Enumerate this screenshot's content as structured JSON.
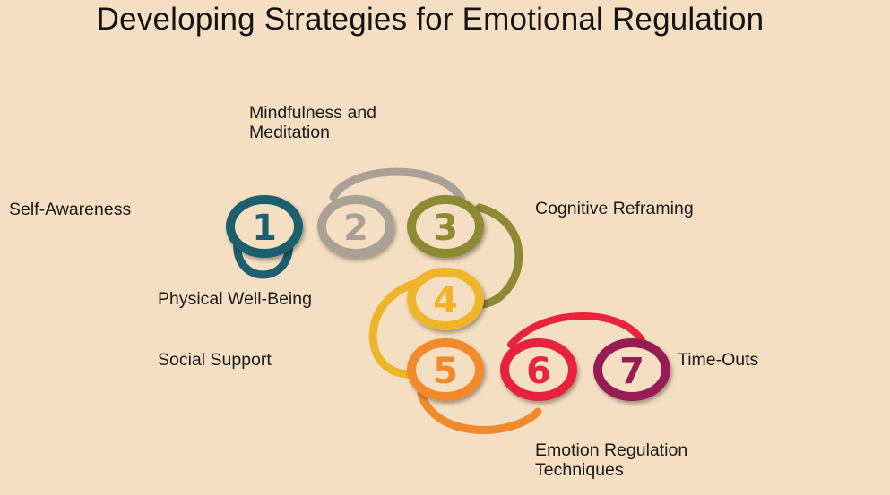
{
  "title": "Developing Strategies for Emotional Regulation",
  "labels": {
    "mindfulness": [
      "Mindfulness and",
      "Meditation"
    ],
    "self_awareness": "Self-Awareness",
    "cognitive_reframing": "Cognitive Reframing",
    "physical_well_being": "Physical Well-Being",
    "social_support": "Social Support",
    "time_outs": "Time-Outs",
    "emotion_regulation": [
      "Emotion Regulation",
      "Techniques"
    ]
  },
  "steps": [
    {
      "number": "1",
      "color": "#1d5f6e"
    },
    {
      "number": "2",
      "color": "#aaa196"
    },
    {
      "number": "3",
      "color": "#8c8a32"
    },
    {
      "number": "4",
      "color": "#eeb52a"
    },
    {
      "number": "5",
      "color": "#f08a2c"
    },
    {
      "number": "6",
      "color": "#e8243a"
    },
    {
      "number": "7",
      "color": "#961e52"
    }
  ]
}
